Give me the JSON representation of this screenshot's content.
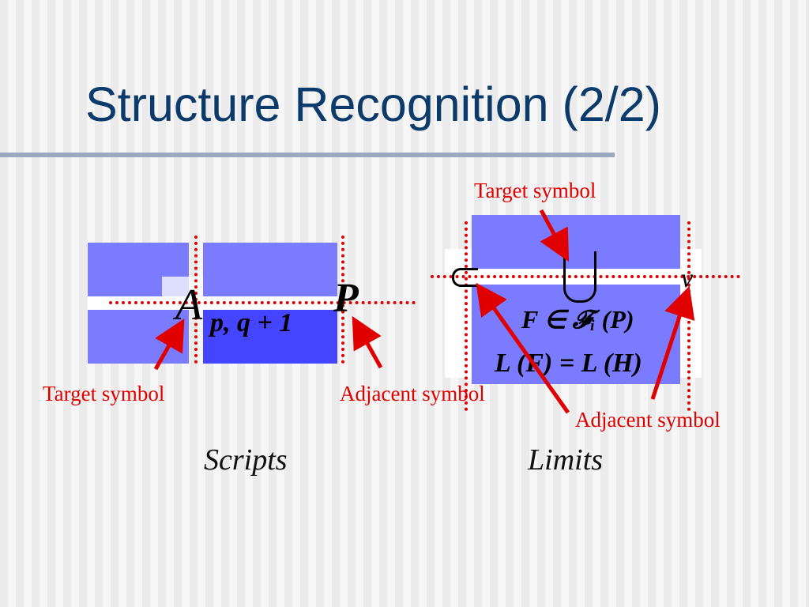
{
  "slide": {
    "title": "Structure Recognition (2/2)"
  },
  "scripts": {
    "caption": "Scripts",
    "base_symbol": "A",
    "subscript": "p, q + 1",
    "adjacent_symbol_glyph": "P",
    "target_label": "Target symbol",
    "adjacent_label": "Adjacent symbol"
  },
  "limits": {
    "caption": "Limits",
    "operator": "union-symbol",
    "left_symbol": "subset-symbol",
    "right_symbol_glyph": "v",
    "formula_line1": "F ∈ 𝓕ᵢ (P)",
    "formula_line2": "L (F) = L (H)",
    "target_label": "Target symbol",
    "adjacent_label": "Adjacent symbol"
  },
  "colors": {
    "title": "#0c3a6b",
    "annotation_red": "#e00000",
    "region_blue": "#7b7bff",
    "region_blue_dark": "#4545ff",
    "divider": "#9aa9c0"
  }
}
